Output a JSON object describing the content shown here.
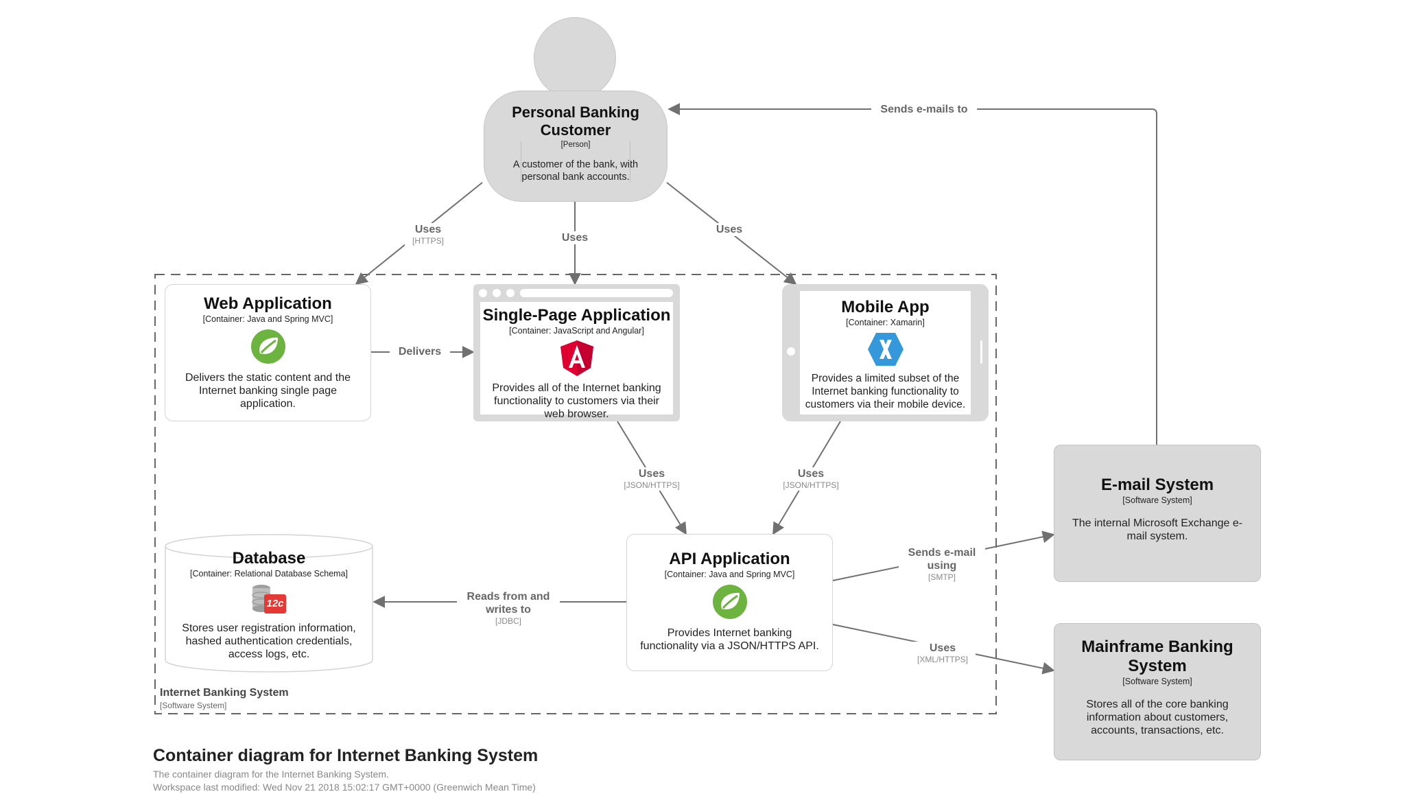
{
  "diagram": {
    "title": "Container diagram for Internet Banking System",
    "description": "The container diagram for the Internet Banking System.",
    "modified": "Workspace last modified: Wed Nov 21 2018 15:02:17 GMT+0000 (Greenwich Mean Time)"
  },
  "boundary": {
    "name": "Internet Banking System",
    "type": "[Software System]"
  },
  "person": {
    "name": "Personal Banking Customer",
    "type": "[Person]",
    "description": "A customer of the bank, with personal bank accounts."
  },
  "containers": {
    "web": {
      "name": "Web Application",
      "type": "[Container: Java and Spring MVC]",
      "description": "Delivers the static content and the Internet banking single page application.",
      "icon": "spring-icon"
    },
    "spa": {
      "name": "Single-Page Application",
      "type": "[Container: JavaScript and Angular]",
      "description": "Provides all of the Internet banking functionality to customers via their web browser.",
      "icon": "angular-icon"
    },
    "mobile": {
      "name": "Mobile App",
      "type": "[Container: Xamarin]",
      "description": "Provides a limited subset of the Internet banking functionality to customers via their mobile device.",
      "icon": "xamarin-icon"
    },
    "api": {
      "name": "API Application",
      "type": "[Container: Java and Spring MVC]",
      "description": "Provides Internet banking functionality via a JSON/HTTPS API.",
      "icon": "spring-icon"
    },
    "db": {
      "name": "Database",
      "type": "[Container: Relational Database Schema]",
      "description": "Stores user registration information, hashed authentication credentials, access logs, etc.",
      "icon": "oracle-db-icon",
      "icon_text": "12c"
    }
  },
  "systems": {
    "email": {
      "name": "E-mail System",
      "type": "[Software System]",
      "description": "The internal Microsoft Exchange e-mail system."
    },
    "mainframe": {
      "name": "Mainframe Banking System",
      "type": "[Software System]",
      "description": "Stores all of the core banking information about customers, accounts, transactions, etc."
    }
  },
  "relationships": {
    "person_web": {
      "label": "Uses",
      "tech": "[HTTPS]"
    },
    "person_spa": {
      "label": "Uses"
    },
    "person_mobile": {
      "label": "Uses"
    },
    "web_spa": {
      "label": "Delivers"
    },
    "spa_api": {
      "label": "Uses",
      "tech": "[JSON/HTTPS]"
    },
    "mobile_api": {
      "label": "Uses",
      "tech": "[JSON/HTTPS]"
    },
    "api_db": {
      "label": "Reads from and writes to",
      "tech": "[JDBC]"
    },
    "api_email": {
      "label": "Sends e-mail using",
      "tech": "[SMTP]"
    },
    "api_mainframe": {
      "label": "Uses",
      "tech": "[XML/HTTPS]"
    },
    "email_person": {
      "label": "Sends e-mails to"
    }
  },
  "colors": {
    "system_fill": "#d9d9d9",
    "line": "#707070",
    "spring": "#6db33f",
    "angular": "#dd0031",
    "xamarin": "#3498db",
    "oracle": "#e53935"
  }
}
